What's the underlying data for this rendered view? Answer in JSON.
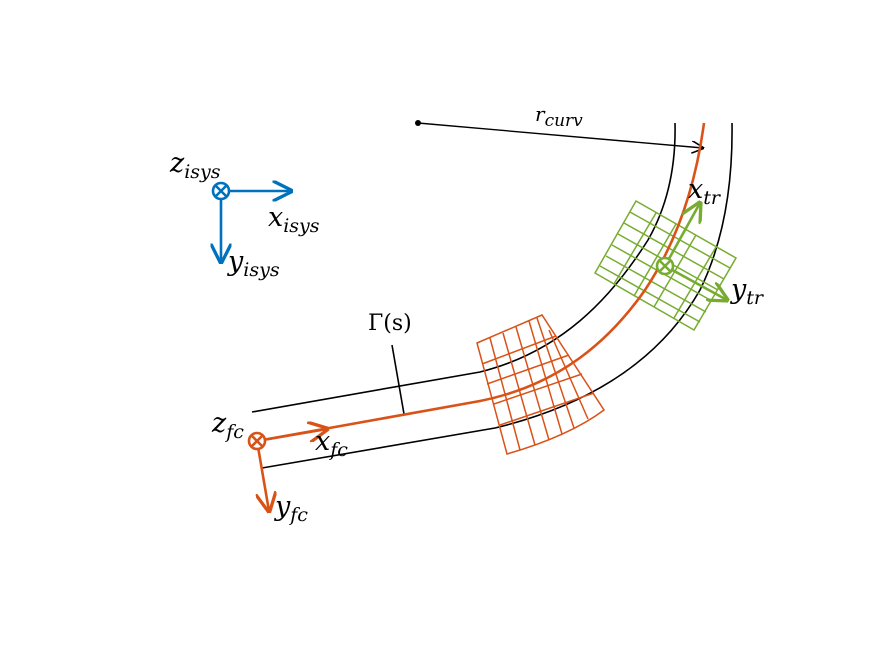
{
  "colors": {
    "isys": "#0072bd",
    "fc": "#d95319",
    "tr": "#77ac30",
    "road": "#000000"
  },
  "labels": {
    "r_curv": {
      "base": "r",
      "sub": "curv"
    },
    "gamma": "Γ(s)",
    "z_isys": {
      "base": "z",
      "sub": "isys"
    },
    "x_isys": {
      "base": "x",
      "sub": "isys"
    },
    "y_isys": {
      "base": "y",
      "sub": "isys"
    },
    "z_fc": {
      "base": "z",
      "sub": "fc"
    },
    "x_fc": {
      "base": "x",
      "sub": "fc"
    },
    "y_fc": {
      "base": "y",
      "sub": "fc"
    },
    "x_tr": {
      "base": "x",
      "sub": "tr"
    },
    "y_tr": {
      "base": "y",
      "sub": "tr"
    }
  },
  "icons": {
    "isys_origin": "into-page-cross-icon",
    "fc_origin": "into-page-cross-icon",
    "tr_origin": "into-page-cross-icon"
  }
}
